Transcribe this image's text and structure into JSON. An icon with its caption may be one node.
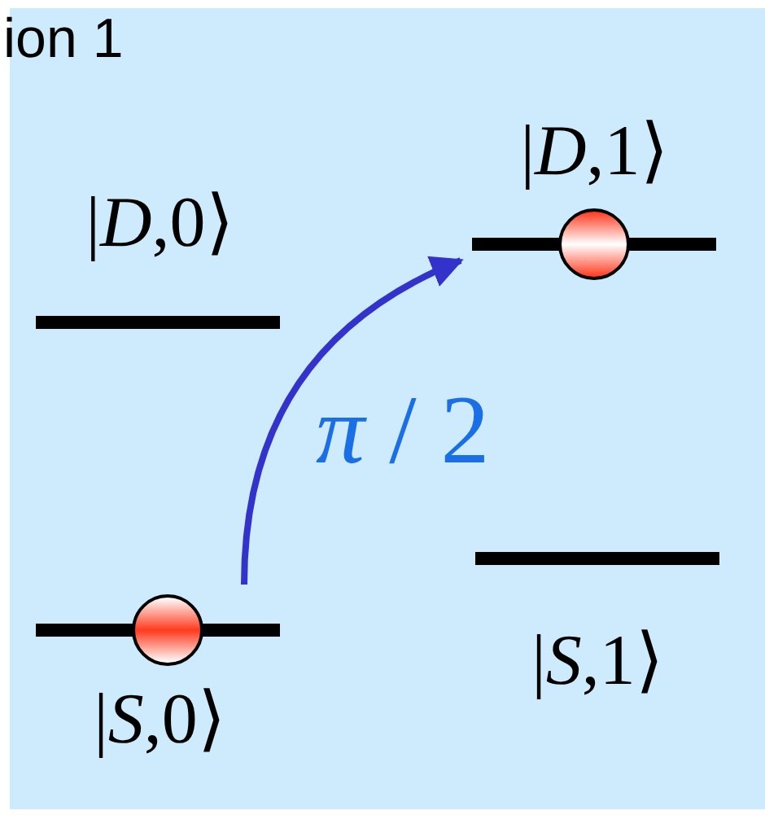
{
  "diagram": {
    "nodes": [
      {
        "text": [
          "|*D*,1⟩"
        ]
      },
      {
        "text": [],
        "shape": "circle"
      },
      {
        "text": [
          "|*D*,0⟩"
        ]
      },
      {
        "text": [
          "|*S*,1⟩"
        ]
      },
      {
        "text": [
          "|*S*,0⟩"
        ]
      },
      {
        "text": [],
        "shape": "circle"
      }
    ],
    "edges": [
      {
        "from": 4,
        "to": 0,
        "arrow": "to",
        "label": "*π* / 2",
        "color": "#3333cc"
      }
    ],
    "labels": [
      "ion 1"
    ]
  }
}
